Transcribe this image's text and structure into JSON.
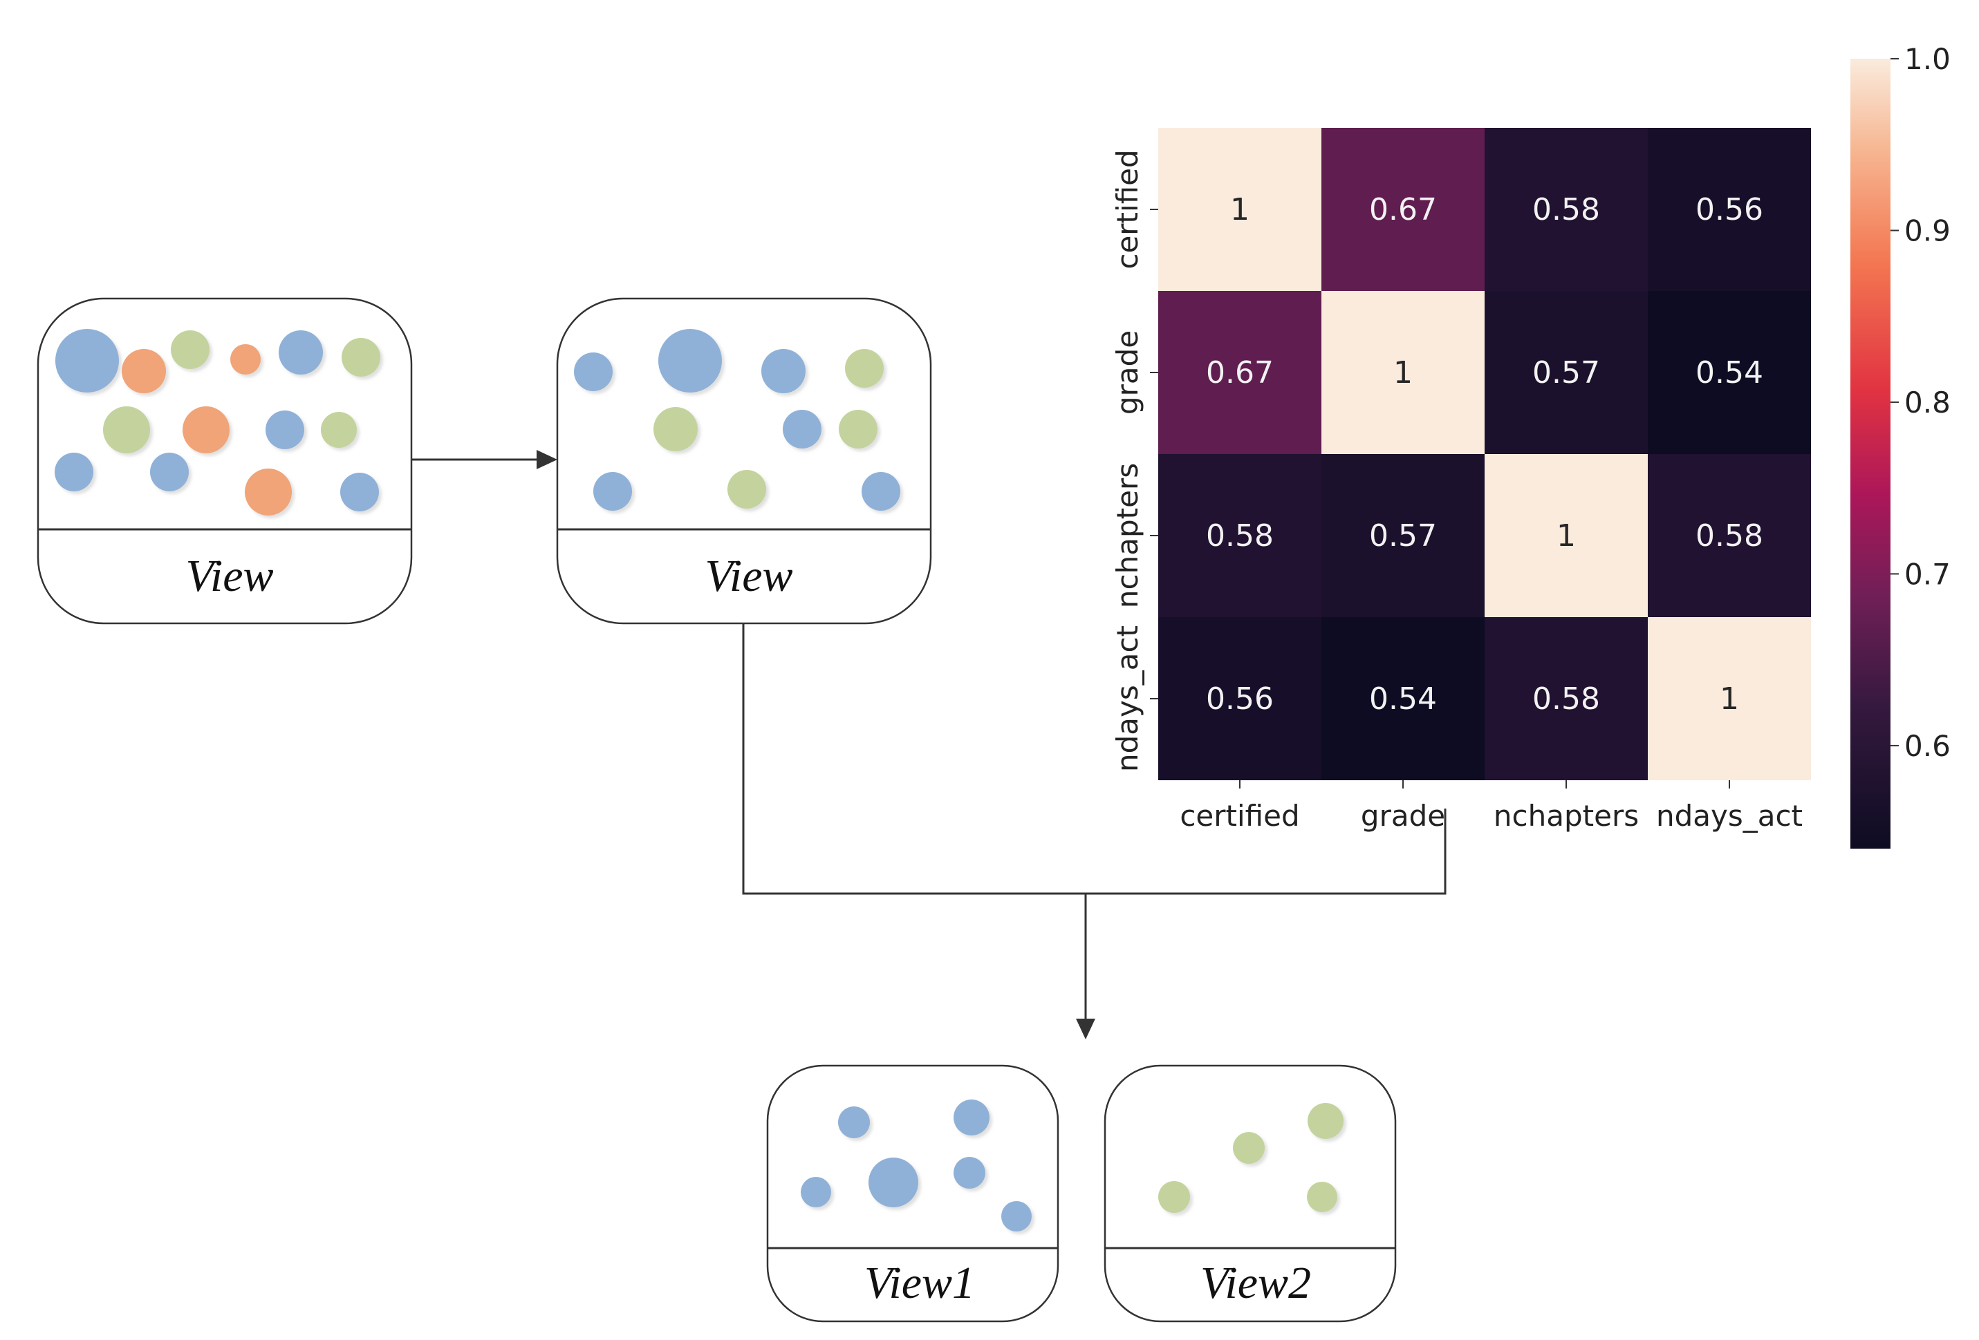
{
  "boxes": {
    "box1": {
      "label": "View"
    },
    "box2": {
      "label": "View"
    },
    "box3": {
      "label": "View1"
    },
    "box4": {
      "label": "View2"
    }
  },
  "colors": {
    "blue": "#8fb1d8",
    "orange": "#f0a477",
    "green": "#c4d39d",
    "line": "#333333"
  },
  "chart_data": {
    "type": "heatmap",
    "row_labels": [
      "certified",
      "grade",
      "nchapters",
      "ndays_act"
    ],
    "col_labels": [
      "certified",
      "grade",
      "nchapters",
      "ndays_act"
    ],
    "values": [
      [
        1,
        0.67,
        0.58,
        0.56
      ],
      [
        0.67,
        1,
        0.57,
        0.54
      ],
      [
        0.58,
        0.57,
        1,
        0.58
      ],
      [
        0.56,
        0.54,
        0.58,
        1
      ]
    ],
    "cell_text": [
      [
        "1",
        "0.67",
        "0.58",
        "0.56"
      ],
      [
        "0.67",
        "1",
        "0.57",
        "0.54"
      ],
      [
        "0.58",
        "0.57",
        "1",
        "0.58"
      ],
      [
        "0.56",
        "0.54",
        "0.58",
        "1"
      ]
    ],
    "colorbar": {
      "min": 0.54,
      "max": 1.0,
      "ticks": [
        1.0,
        0.9,
        0.8,
        0.7,
        0.6
      ],
      "tick_labels": [
        "1.0",
        "0.9",
        "0.8",
        "0.7",
        "0.6"
      ],
      "colormap": "rocket"
    }
  }
}
